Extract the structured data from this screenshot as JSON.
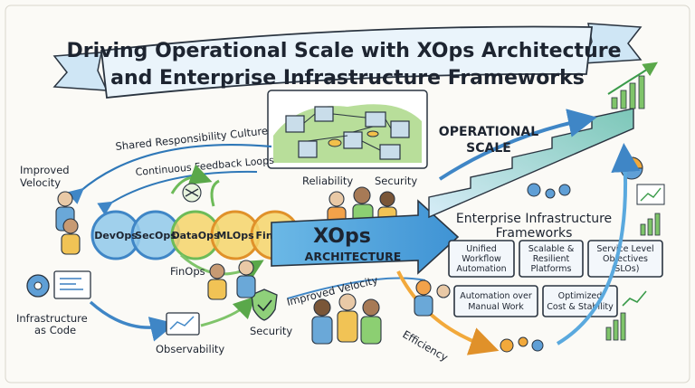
{
  "title": {
    "line1": "Driving Operational Scale with XOps Architecture",
    "line2": "and Enterprise Infrastructure Frameworks"
  },
  "culture": {
    "shared_responsibility": "Shared Responsibility Culture",
    "feedback_loops": "Continuous Feedback Loops"
  },
  "left_labels": {
    "velocity_line1": "Improved",
    "velocity_line2": "Velocity",
    "iac_line1": "Infrastructure",
    "iac_line2": "as Code",
    "observability": "Observability",
    "security": "Security"
  },
  "ops_rings": [
    "DevOps",
    "SecOps",
    "DataOps",
    "MLOps",
    "FinOps"
  ],
  "finops_below": "FinOps",
  "center_labels": {
    "reliability": "Reliability",
    "security": "Security",
    "improved_velocity": "Improved Velocity",
    "efficiency": "Efficiency"
  },
  "xops": {
    "title": "XOps",
    "subtitle": "ARCHITECTURE"
  },
  "operational_scale": {
    "line1": "OPERATIONAL",
    "line2": "SCALE"
  },
  "enterprise": {
    "line1": "Enterprise Infrastructure",
    "line2": "Frameworks",
    "boxes_row1": [
      [
        "Unified",
        "Workflow",
        "Automation"
      ],
      [
        "Scalable &",
        "Resilient",
        "Platforms"
      ],
      [
        "Service Level",
        "Objectives",
        "(SLOs)"
      ]
    ],
    "boxes_row2": [
      [
        "Automation over",
        "Manual Work"
      ],
      [
        "Optimized",
        "Cost & Stability"
      ]
    ]
  },
  "colors": {
    "ink": "#1d2430",
    "ring_blue": "#8fc8ea",
    "ring_green": "#a6d98c",
    "ring_yellow": "#f4d36a",
    "arrow_blue": "#5aa9de",
    "arrow_green": "#7fc46a",
    "arrow_orange": "#f2a93b",
    "banner": "#e8f3fb"
  }
}
